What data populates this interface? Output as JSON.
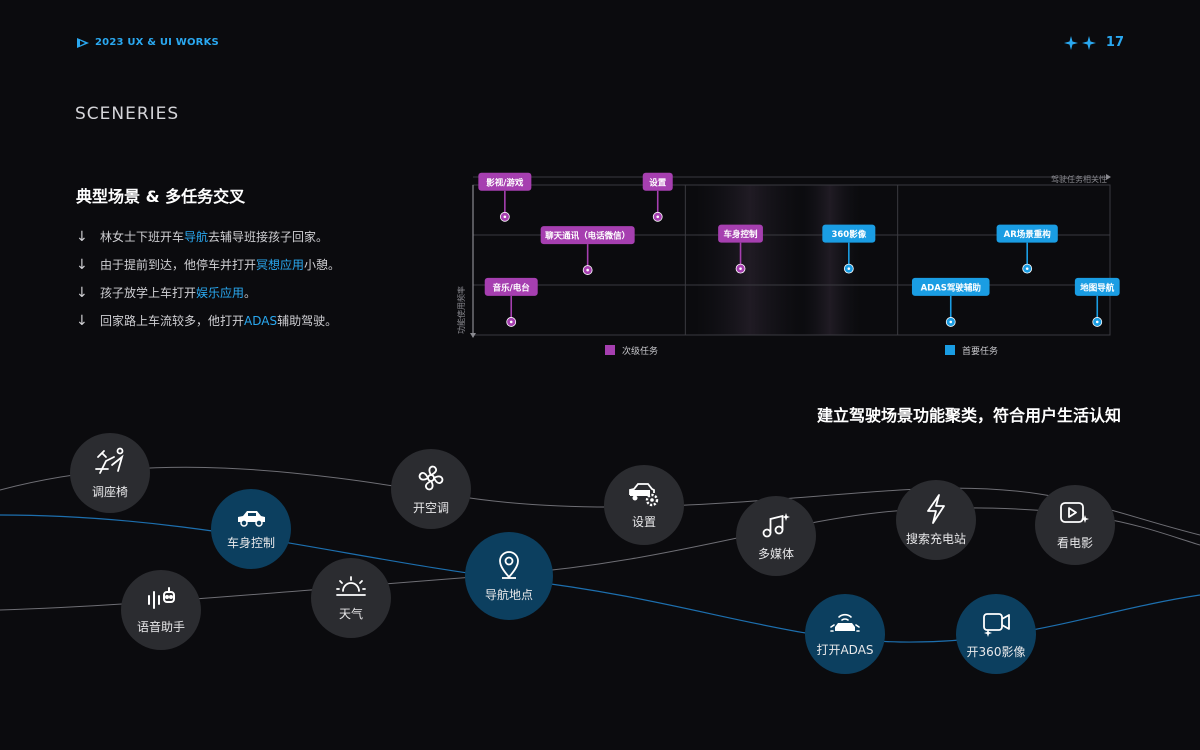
{
  "header": {
    "brand": "2023 UX & UI WORKS",
    "page_number": "17",
    "accent": "#2aa8f0"
  },
  "section_title": "SCENERIES",
  "heading": "典型场景 & 多任务交叉",
  "scenarios": [
    {
      "pre": "林女士下班开车",
      "hl": "导航",
      "post": "去辅导班接孩子回家。"
    },
    {
      "pre": "由于提前到达，他停车并打开",
      "hl": "冥想应用",
      "post": "小憩。"
    },
    {
      "pre": "孩子放学上车打开",
      "hl": "娱乐应用",
      "post": "。"
    },
    {
      "pre": "回家路上车流较多，他打开",
      "hl": "ADAS",
      "post": "辅助驾驶。"
    }
  ],
  "chart_data": {
    "type": "scatter",
    "xlabel": "驾驶任务相关性",
    "ylabel": "功能使用频率",
    "legend": [
      {
        "name": "次级任务",
        "color": "#a63fb0"
      },
      {
        "name": "首要任务",
        "color": "#1a9de3"
      }
    ],
    "legend_position": "bottom",
    "grid": true,
    "points": [
      {
        "label": "影视/游戏",
        "group": "次级任务",
        "x": 0.05,
        "y": 0.8
      },
      {
        "label": "设置",
        "group": "次级任务",
        "x": 0.29,
        "y": 0.8
      },
      {
        "label": "聊天通讯（电话微信）",
        "group": "次级任务",
        "x": 0.18,
        "y": 0.43
      },
      {
        "label": "音乐/电台",
        "group": "次级任务",
        "x": 0.06,
        "y": 0.07
      },
      {
        "label": "车身控制",
        "group": "次级任务",
        "x": 0.42,
        "y": 0.44
      },
      {
        "label": "360影像",
        "group": "首要任务",
        "x": 0.59,
        "y": 0.44
      },
      {
        "label": "AR场景重构",
        "group": "首要任务",
        "x": 0.87,
        "y": 0.44
      },
      {
        "label": "ADAS驾驶辅助",
        "group": "首要任务",
        "x": 0.75,
        "y": 0.07
      },
      {
        "label": "地图导航",
        "group": "首要任务",
        "x": 0.98,
        "y": 0.07
      }
    ]
  },
  "slogan": "建立驾驶场景功能聚类，符合用户生活认知",
  "features": [
    {
      "label": "调座椅",
      "icon": "seat-icon",
      "style": "grey"
    },
    {
      "label": "车身控制",
      "icon": "car-icon",
      "style": "blue"
    },
    {
      "label": "语音助手",
      "icon": "voice-assistant-icon",
      "style": "grey"
    },
    {
      "label": "天气",
      "icon": "weather-icon",
      "style": "grey"
    },
    {
      "label": "开空调",
      "icon": "fan-icon",
      "style": "grey"
    },
    {
      "label": "导航地点",
      "icon": "location-pin-icon",
      "style": "blue"
    },
    {
      "label": "设置",
      "icon": "car-settings-icon",
      "style": "grey"
    },
    {
      "label": "多媒体",
      "icon": "music-icon",
      "style": "grey"
    },
    {
      "label": "打开ADAS",
      "icon": "adas-icon",
      "style": "blue"
    },
    {
      "label": "搜索充电站",
      "icon": "lightning-icon",
      "style": "grey"
    },
    {
      "label": "开360影像",
      "icon": "camera-icon",
      "style": "blue"
    },
    {
      "label": "看电影",
      "icon": "video-icon",
      "style": "grey"
    }
  ]
}
